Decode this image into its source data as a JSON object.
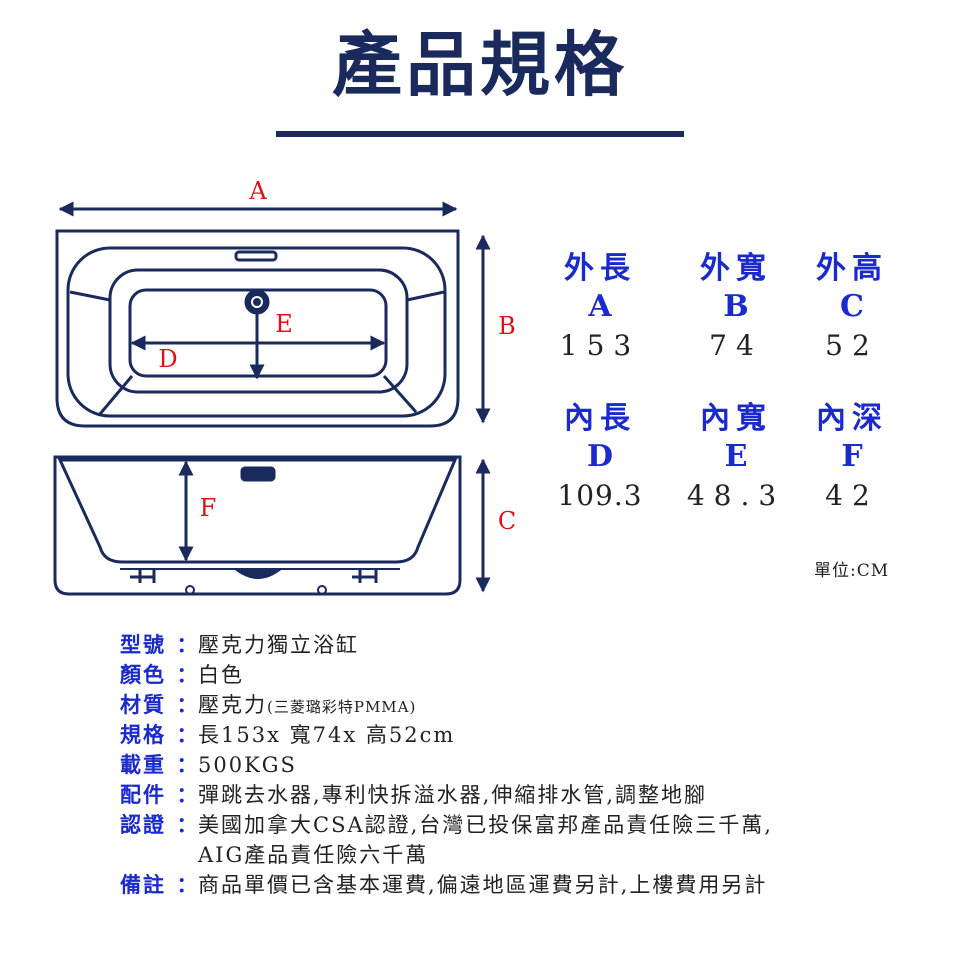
{
  "title": "產品規格",
  "diagram": {
    "label_a": "A",
    "label_b": "B",
    "label_c": "C",
    "label_d": "D",
    "label_e": "E",
    "label_f": "F"
  },
  "specs": [
    {
      "name": "外長",
      "letter": "A",
      "value": "153"
    },
    {
      "name": "外寬",
      "letter": "B",
      "value": "74"
    },
    {
      "name": "外高",
      "letter": "C",
      "value": "52"
    },
    {
      "name": "內長",
      "letter": "D",
      "value": "109.3"
    },
    {
      "name": "內寬",
      "letter": "E",
      "value": "48.3"
    },
    {
      "name": "內深",
      "letter": "F",
      "value": "42"
    }
  ],
  "unit": "單位:CM",
  "info": {
    "colon": "：",
    "model": {
      "label": "型號",
      "value": "壓克力獨立浴缸"
    },
    "color": {
      "label": "顏色",
      "value": "白色"
    },
    "material": {
      "label": "材質",
      "value": "壓克力",
      "note": "(三菱璐彩特PMMA)"
    },
    "size": {
      "label": "規格",
      "value": "長153x 寬74x 高52cm"
    },
    "load": {
      "label": "載重",
      "value": "500KGS"
    },
    "parts": {
      "label": "配件",
      "value": "彈跳去水器,專利快拆溢水器,伸縮排水管,調整地腳"
    },
    "cert": {
      "label": "認證",
      "value": "美國加拿大CSA認證,台灣已投保富邦產品責任險三千萬,",
      "value2": "AIG產品責任險六千萬"
    },
    "remark": {
      "label": "備註",
      "value": "商品單價已含基本運費,偏遠地區運費另計,上樓費用另計"
    }
  },
  "colors": {
    "navy": "#1a2a5c",
    "blue": "#1a2acc",
    "red": "#e0101a"
  }
}
